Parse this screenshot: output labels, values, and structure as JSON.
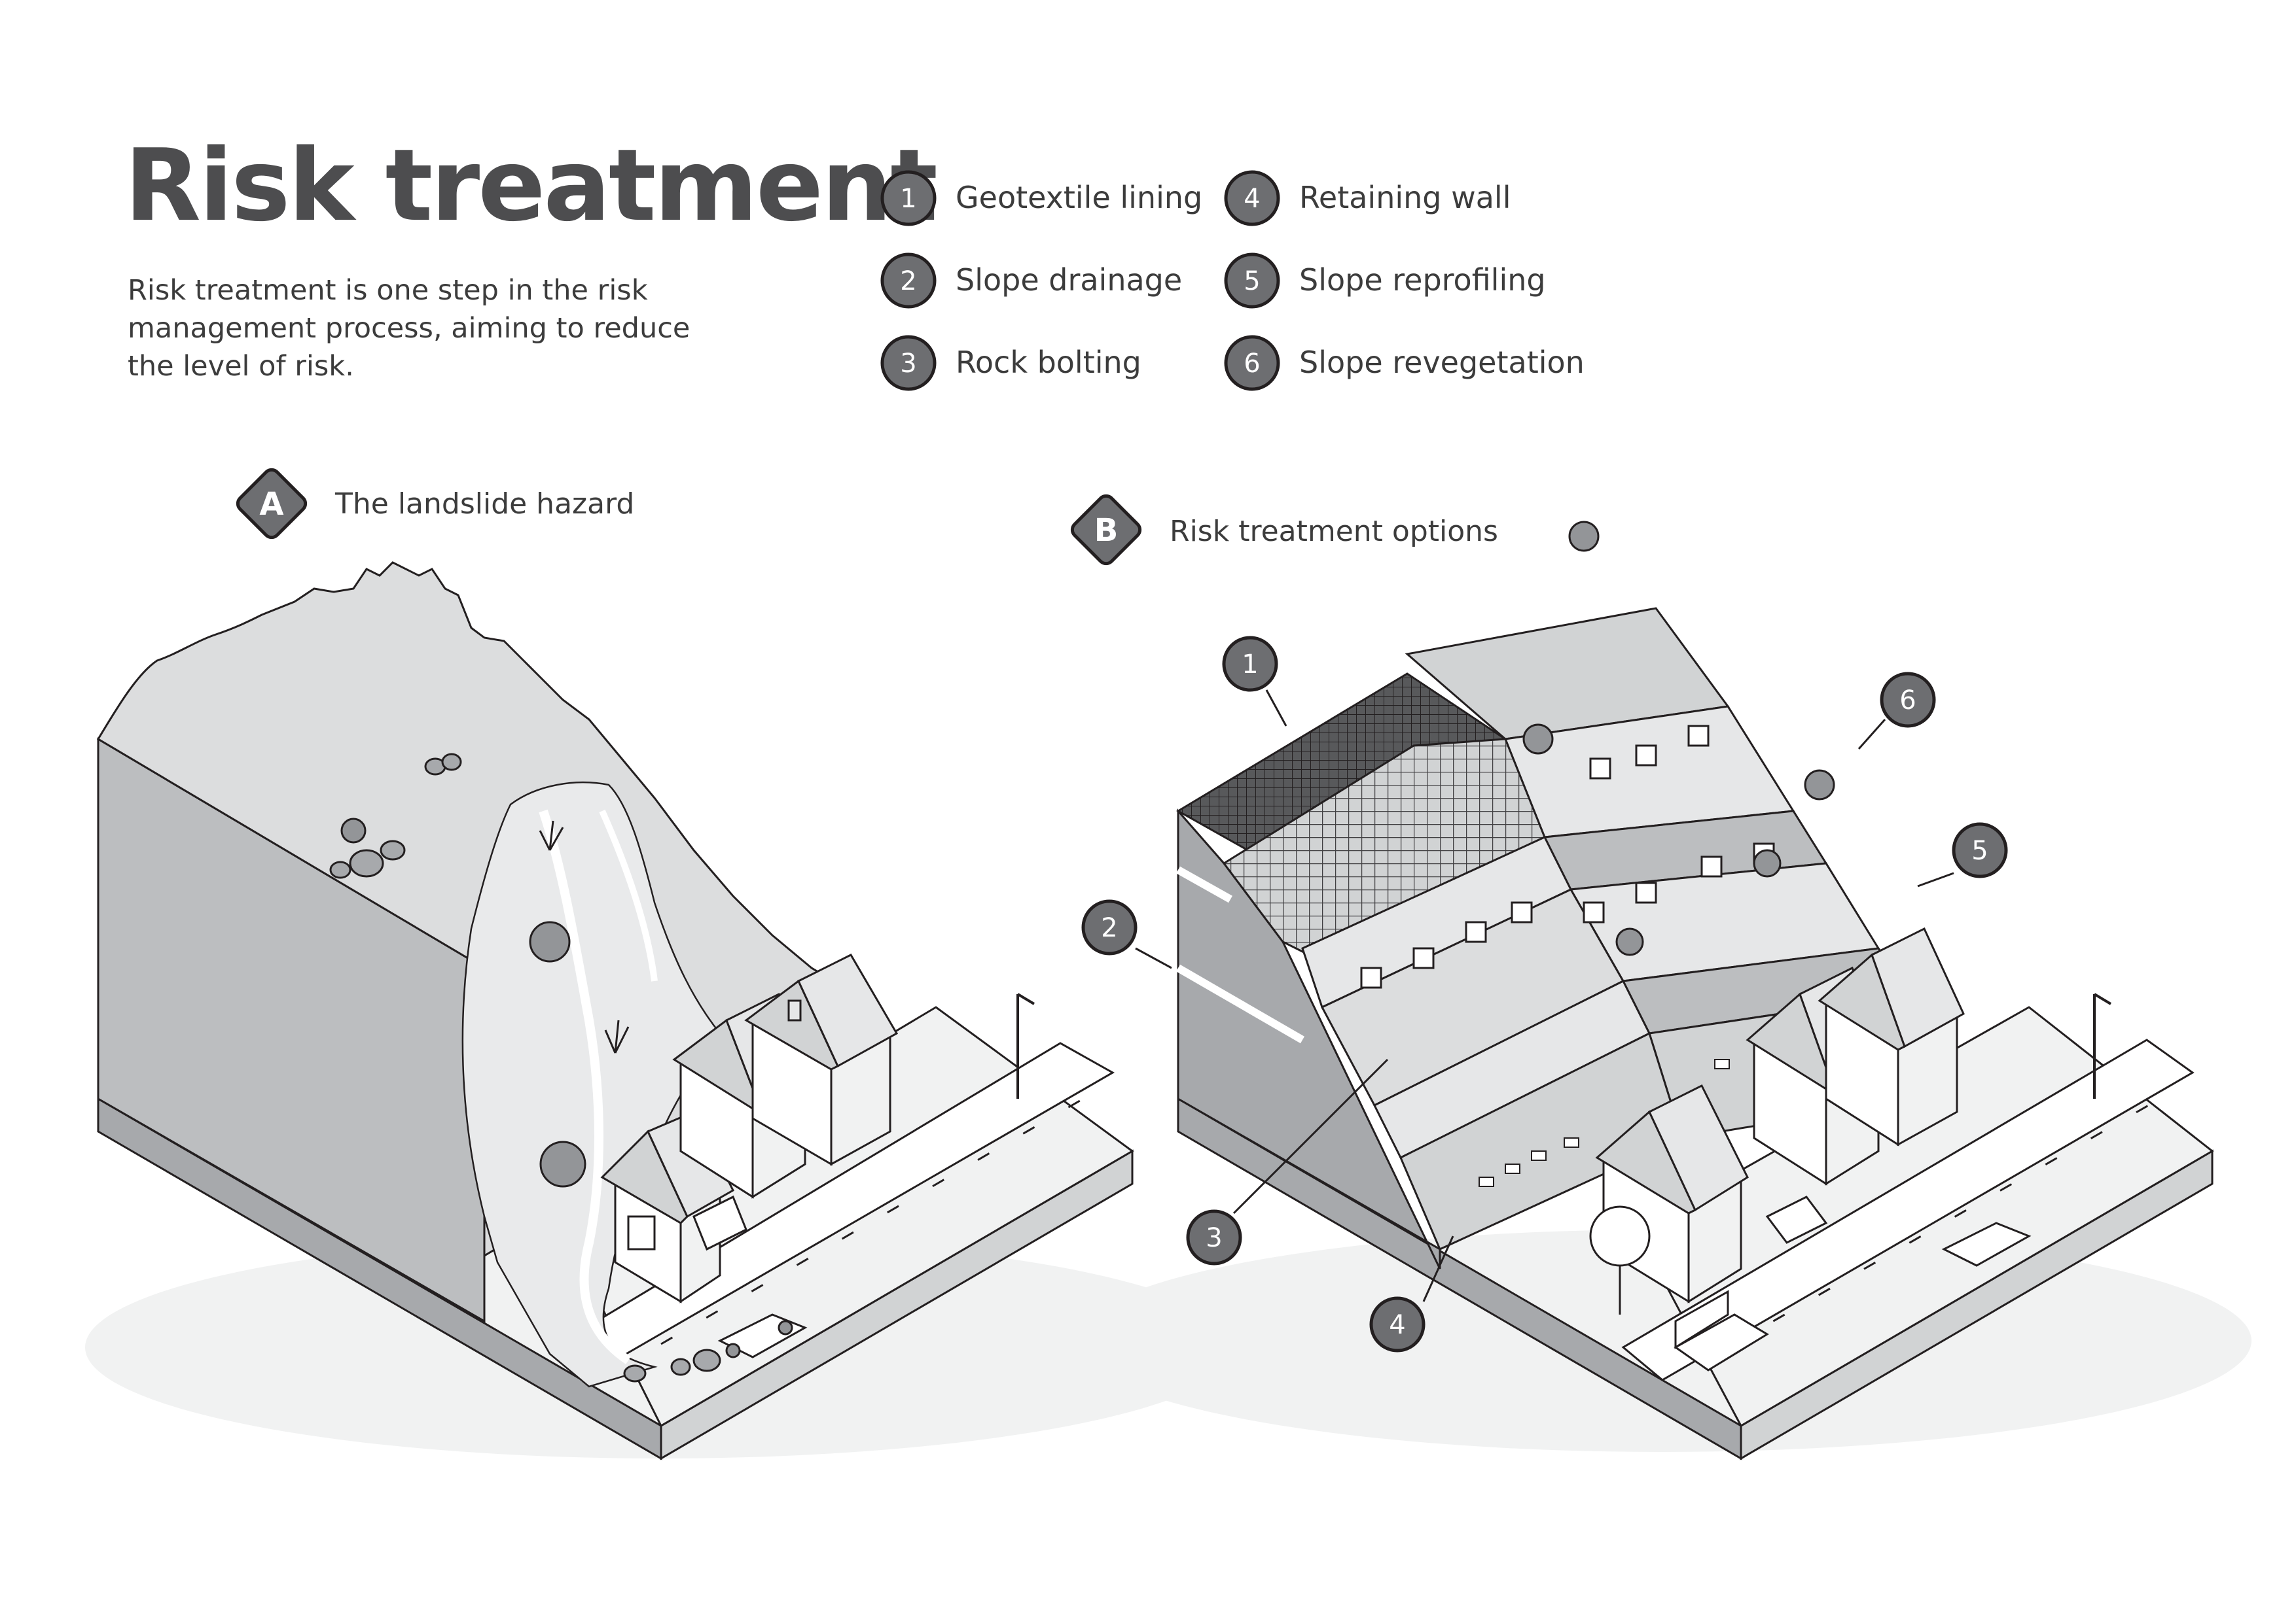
{
  "title": "Risk treatment",
  "intro_lines": [
    "Risk treatment is one step in the risk",
    "management process, aiming to reduce",
    "the level of risk."
  ],
  "legend": [
    {
      "number": "1",
      "label": "Geotextile lining"
    },
    {
      "number": "2",
      "label": "Slope drainage"
    },
    {
      "number": "3",
      "label": "Rock bolting"
    },
    {
      "number": "4",
      "label": "Retaining wall"
    },
    {
      "number": "5",
      "label": "Slope reprofiling"
    },
    {
      "number": "6",
      "label": "Slope revegetation"
    }
  ],
  "panels": [
    {
      "letter": "A",
      "label": "The landslide hazard"
    },
    {
      "letter": "B",
      "label": "Risk treatment options"
    }
  ],
  "callouts": [
    "1",
    "2",
    "3",
    "4",
    "5",
    "6"
  ],
  "colors": {
    "marker_fill": "#6d6e71",
    "ground_light": "#e6e7e8",
    "ground_mid": "#bcbec0",
    "ground_dark": "#939598",
    "outline": "#231f20",
    "title_text": "#4d4d4f"
  }
}
